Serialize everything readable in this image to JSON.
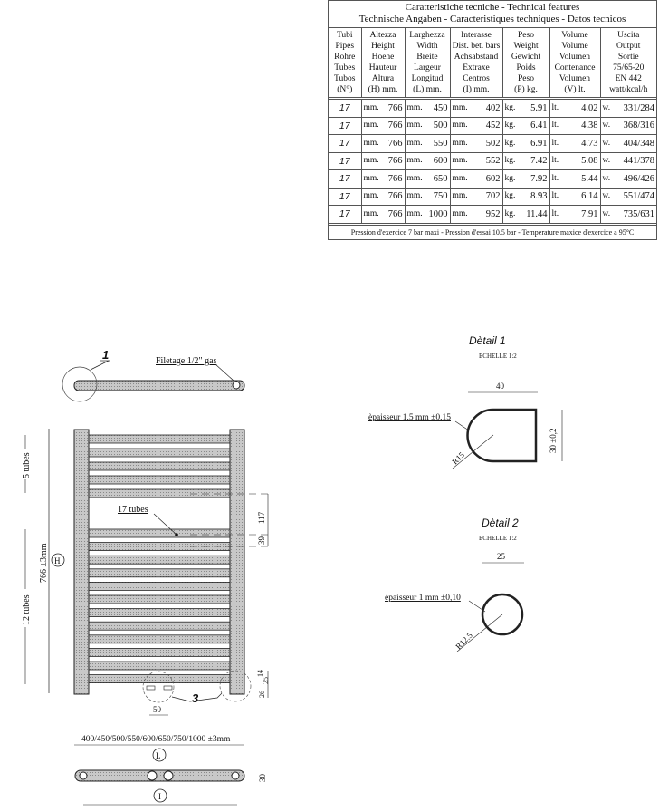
{
  "table": {
    "title1": "Caratteristiche tecniche - Technical features",
    "title2": "Technische Angaben - Caracteristiques techniques - Datos tecnicos",
    "headers": [
      [
        "Tubi",
        "Pipes",
        "Rohre",
        "Tubes",
        "Tubos",
        "(N°)"
      ],
      [
        "Altezza",
        "Height",
        "Hoehe",
        "Hauteur",
        "Altura",
        "(H) mm."
      ],
      [
        "Larghezza",
        "Width",
        "Breite",
        "Largeur",
        "Longitud",
        "(L) mm."
      ],
      [
        "Interasse",
        "Dist. bet. bars",
        "Achsabstand",
        "Extraxe",
        "Centros",
        "(I) mm."
      ],
      [
        "Peso",
        "Weight",
        "Gewicht",
        "Poids",
        "Peso",
        "(P) kg."
      ],
      [
        "Volume",
        "Volume",
        "Volumen",
        "Contenance",
        "Volumen",
        "(V) lt."
      ],
      [
        "Uscita",
        "Output",
        "Sortie",
        "75/65-20",
        "EN 442",
        "watt/kcal/h"
      ]
    ],
    "units": [
      "mm.",
      "mm.",
      "mm.",
      "kg.",
      "lt.",
      "w."
    ],
    "rows": [
      [
        "17",
        "766",
        "450",
        "402",
        "5.91",
        "4.02",
        "331/284"
      ],
      [
        "17",
        "766",
        "500",
        "452",
        "6.41",
        "4.38",
        "368/316"
      ],
      [
        "17",
        "766",
        "550",
        "502",
        "6.91",
        "4.73",
        "404/348"
      ],
      [
        "17",
        "766",
        "600",
        "552",
        "7.42",
        "5.08",
        "441/378"
      ],
      [
        "17",
        "766",
        "650",
        "602",
        "7.92",
        "5.44",
        "496/426"
      ],
      [
        "17",
        "766",
        "750",
        "702",
        "8.93",
        "6.14",
        "551/474"
      ],
      [
        "17",
        "766",
        "1000",
        "952",
        "11.44",
        "7.91",
        "735/631"
      ]
    ],
    "footer": "Pression d'exercice 7 bar maxi - Pression d'essai 10.5 bar - Temperature maxice d'exercice a 95°C"
  },
  "drawing": {
    "callout1": "1",
    "thread": "Filetage 1/2\" gas",
    "top_tubes": "5 tubes",
    "bottom_tubes": "12 tubes",
    "height": "766 ±3mm",
    "h_mark": "H",
    "tubes_label": "17 tubes",
    "dim117": "117",
    "dim39": "39",
    "dim14": "14",
    "dim25": "25",
    "dim26": "26",
    "callout3": "3",
    "dim50": "50",
    "widths": "400/450/500/550/600/650/750/1000 ±3mm",
    "l_mark": "L",
    "i_mark": "I",
    "dim30": "30"
  },
  "detail1": {
    "title": "Dètail 1",
    "scale": "ECHELLE 1:2",
    "width": "40",
    "height": "30 ±0,2",
    "thickness": "èpaisseur 1,5 mm ±0,15",
    "radius": "R15"
  },
  "detail2": {
    "title": "Dètail 2",
    "scale": "ECHELLE 1:2",
    "width": "25",
    "thickness": "èpaisseur 1 mm ±0,10",
    "radius": "R12.5"
  }
}
